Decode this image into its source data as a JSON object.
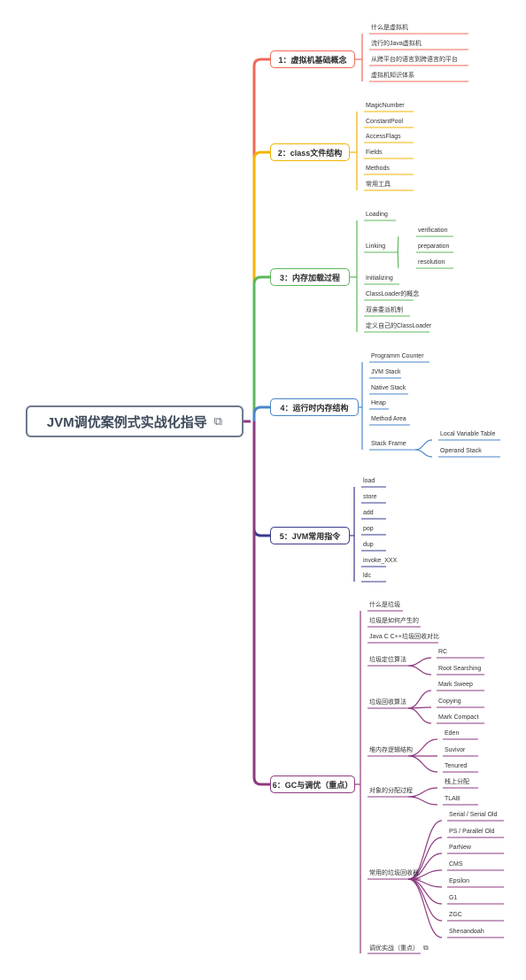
{
  "root": {
    "title": "JVM调优案例式实战化指导",
    "icon": "link-icon"
  },
  "branches": [
    {
      "label": "1：虚拟机基础概念",
      "color": "#ef6a5a",
      "children": [
        "什么是虚拟机",
        "流行的Java虚拟机",
        "从跨平台的语言到跨语言的平台",
        "虚拟机知识体系"
      ]
    },
    {
      "label": "2：class文件结构",
      "color": "#f4b400",
      "children": [
        "MagicNumber",
        "ConstantPool",
        "AccessFlags",
        "Fields",
        "Methods",
        "常用工具"
      ]
    },
    {
      "label": "3：内存加载过程",
      "color": "#5cb85c",
      "children": [
        "Loading",
        "Linking",
        "Initializing",
        "ClassLoader的概念",
        "双亲委派机制",
        "定义自己的ClassLoader"
      ],
      "linking_children": [
        "verification",
        "preparation",
        "resolution"
      ]
    },
    {
      "label": "4：运行时内存结构",
      "color": "#4a86c8",
      "children": [
        "Programm Counter",
        "JVM Stack",
        "Native Stack",
        "Heap",
        "Method Area",
        "Stack Frame"
      ],
      "stack_frame_children": [
        "Local Variable Table",
        "Operand Stack"
      ]
    },
    {
      "label": "5：JVM常用指令",
      "color": "#3a3a8c",
      "children": [
        "load",
        "store",
        "add",
        "pop",
        "dup",
        "invoke_XXX",
        "ldc"
      ]
    },
    {
      "label": "6：GC与调优（重点）",
      "color": "#8e3a80",
      "children": [
        "什么是垃圾",
        "垃圾是如何产生的",
        "Java C C++垃圾回收对比",
        "垃圾定位算法",
        "垃圾回收算法",
        "堆内存逻辑结构",
        "对象的分配过程",
        "常用的垃圾回收器",
        "调优实战（重点）"
      ],
      "locate_children": [
        "RC",
        "Root Searching"
      ],
      "collect_children": [
        "Mark Sweep",
        "Copying",
        "Mark Compact"
      ],
      "heap_children": [
        "Eden",
        "Suvivor",
        "Tenured"
      ],
      "alloc_children": [
        "栈上分配",
        "TLAB"
      ],
      "collectors": [
        "Serial / Serial Old",
        "PS / Parallel Old",
        "ParNew",
        "CMS",
        "Epsilon",
        "G1",
        "ZGC",
        "Shenandoah"
      ],
      "tuning_icon": "link-icon"
    }
  ]
}
